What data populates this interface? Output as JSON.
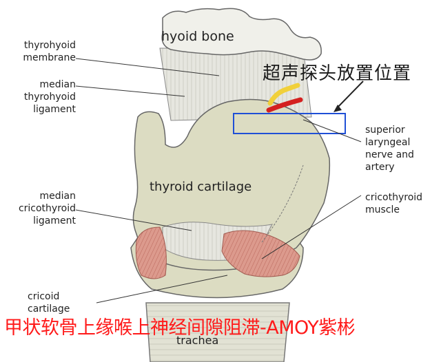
{
  "labels": {
    "hyoid_bone": "hyoid bone",
    "thyroid_cartilage": "thyroid cartilage",
    "trachea": "trachea",
    "thyrohyoid_membrane": "thyrohyoid\nmembrane",
    "median_thyrohyoid_ligament": "median\nthyrohyoid\nligament",
    "median_cricothyroid_ligament": "median\ncricothyroid\nligament",
    "cricoid_cartilage": "cricoid\ncartilage",
    "superior_laryngeal_nerve_artery": "superior\nlaryngeal\nnerve and\nartery",
    "cricothyroid_muscle": "cricothyroid\nmuscle"
  },
  "annotations": {
    "probe_position": "超声探头放置位置",
    "caption": "甲状软骨上缘喉上神经间隙阻滞-AMOY紫彬"
  },
  "colors": {
    "cartilage": "#dcdcc2",
    "membrane": "#e4e4de",
    "muscle": "#d99488",
    "nerve": "#d42020",
    "artery_yellow": "#f1d03a",
    "probe_box": "#1f4fd6",
    "caption": "#ff1a1a"
  }
}
